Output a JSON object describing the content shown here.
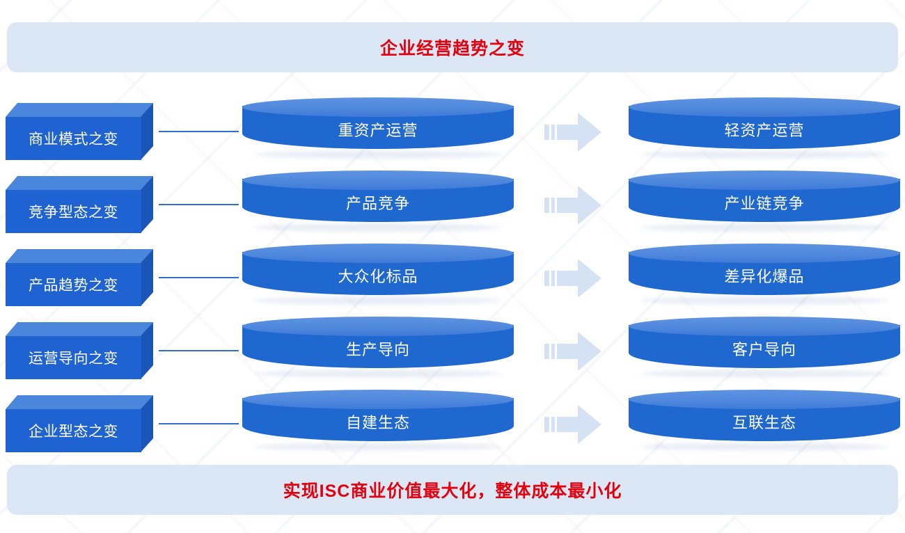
{
  "header": {
    "title": "企业经营趋势之变",
    "background_color": "#dbe7f4",
    "text_color": "#e3000f"
  },
  "footer": {
    "title": "实现ISC商业价值最大化，整体成本最小化",
    "background_color": "#dbe7f4",
    "text_color": "#e3000f"
  },
  "colors": {
    "box_front": "#1f63d2",
    "box_top": "#4a86dc",
    "box_side": "#1a55b8",
    "cylinder_body": "#1f68d0",
    "cylinder_top": "#4f88dd",
    "arrow": "#d5e2f3",
    "connector_line": "#2f6fd0"
  },
  "rows": [
    {
      "label": "商业模式之变",
      "from": "重资产运营",
      "to": "轻资产运营",
      "arrow": "right-arrow-icon"
    },
    {
      "label": "竞争型态之变",
      "from": "产品竞争",
      "to": "产业链竞争",
      "arrow": "right-arrow-icon"
    },
    {
      "label": "产品趋势之变",
      "from": "大众化标品",
      "to": "差异化爆品",
      "arrow": "right-arrow-icon"
    },
    {
      "label": "运营导向之变",
      "from": "生产导向",
      "to": "客户导向",
      "arrow": "right-arrow-icon"
    },
    {
      "label": "企业型态之变",
      "from": "自建生态",
      "to": "互联生态",
      "arrow": "right-arrow-icon"
    }
  ]
}
